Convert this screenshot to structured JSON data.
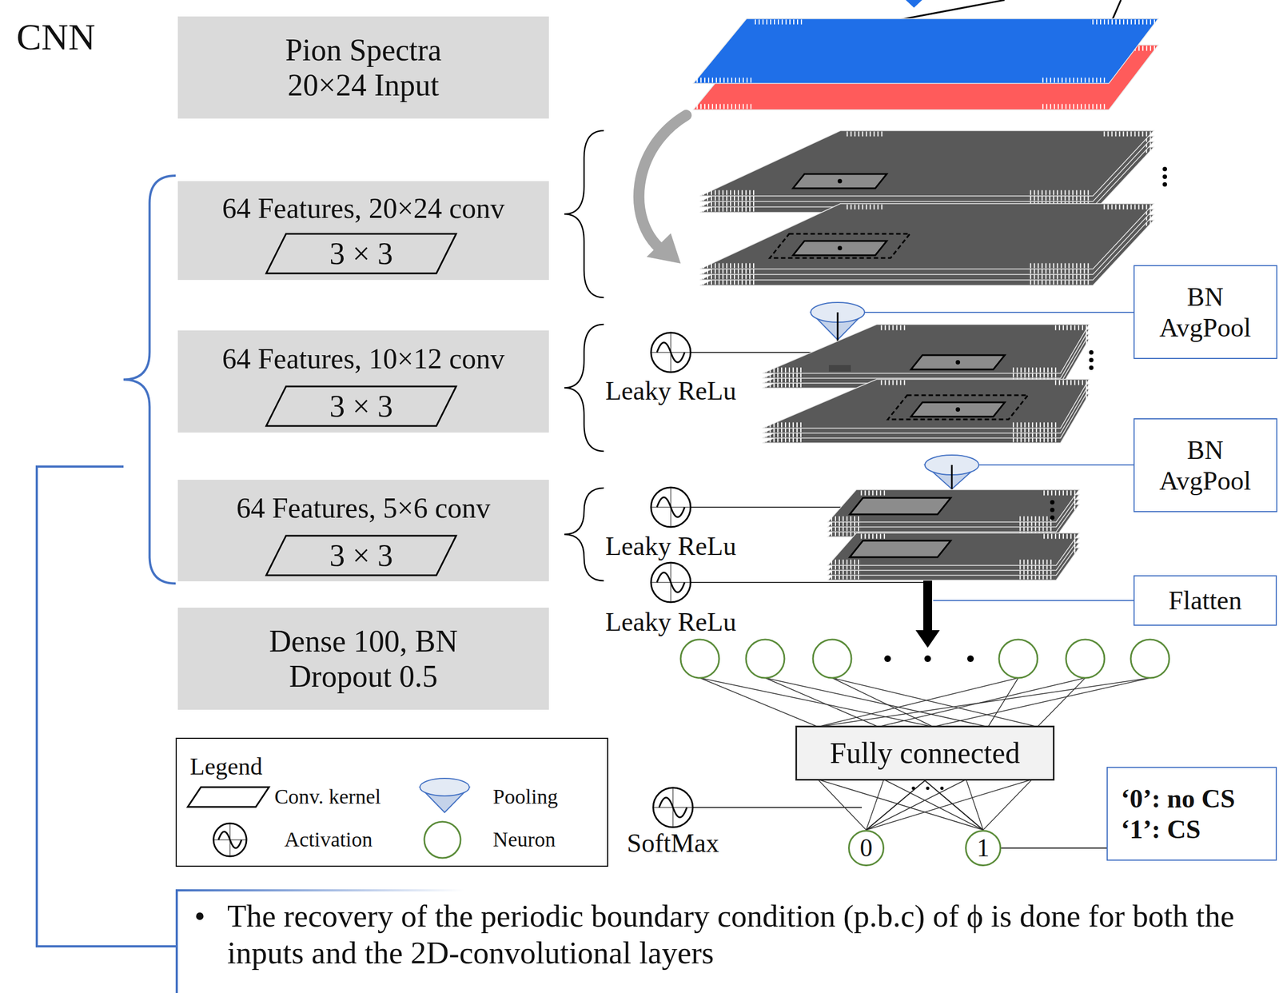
{
  "diagram": {
    "title": "CNN",
    "nodes": [
      {
        "text": [
          "Pion Spectra 20×24 Input"
        ]
      },
      {
        "text": [
          "64 Features, 20×24 conv"
        ]
      },
      {
        "text": [
          "3 × 3"
        ],
        "in": 1
      },
      {
        "text": [
          "64 Features, 10×12 conv"
        ]
      },
      {
        "text": [
          "3 × 3"
        ],
        "in": 3
      },
      {
        "text": [
          "64 Features, 5×6 conv"
        ]
      },
      {
        "text": [
          "3 × 3"
        ],
        "in": 5
      },
      {
        "text": [
          "BN AvgPool"
        ]
      },
      {
        "text": [
          "BN AvgPool"
        ]
      },
      {
        "text": [
          "Flatten"
        ]
      },
      {
        "text": [
          "Dense 100, BN Dropout 0.5"
        ]
      },
      {
        "text": [
          "Fully connected"
        ]
      },
      {
        "text": [
          "‘0’: no CS ‘1’: CS"
        ]
      },
      {
        "text": [
          "0"
        ]
      },
      {
        "text": [
          "1"
        ]
      },
      {
        "text": [
          "•",
          "The recovery of the periodic boundary condition (p.b.c) of ϕ is done for both the inputs and the 2D-convolutional layers"
        ]
      }
    ],
    "edges": [
      {
        "from": 11,
        "to": 13,
        "arrow": "none"
      },
      {
        "from": 11,
        "to": 14,
        "arrow": "none"
      },
      {
        "from": 14,
        "to": 12,
        "arrow": "none"
      }
    ],
    "labels": [
      "Leaky ReLu",
      "Leaky ReLu",
      "Leaky ReLu",
      "SoftMax",
      "Legend"
    ],
    "legend": [
      {
        "text": "Conv. kernel"
      },
      {
        "text": "Pooling"
      },
      {
        "text": "Activation"
      },
      {
        "text": "Neuron"
      }
    ]
  }
}
